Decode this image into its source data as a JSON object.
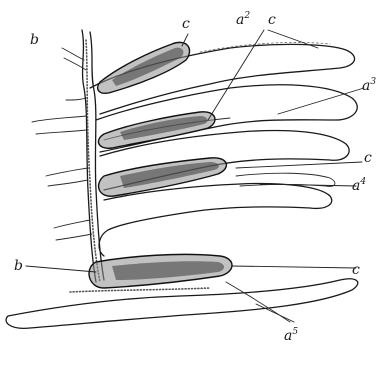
{
  "labels": {
    "b_top": "b",
    "c_top_left": "c",
    "a2_letter": "a",
    "a2_sup": "2",
    "c_top_right": "c",
    "a3_letter": "a",
    "a3_sup": "3",
    "c_mid": "c",
    "a4_letter": "a",
    "a4_sup": "4",
    "b_lower": "b",
    "c_lower": "c",
    "a5_letter": "a",
    "a5_sup": "5"
  },
  "colors": {
    "ink": "#1a1a1a",
    "shade": "#8f8f8f",
    "background": "#ffffff"
  }
}
